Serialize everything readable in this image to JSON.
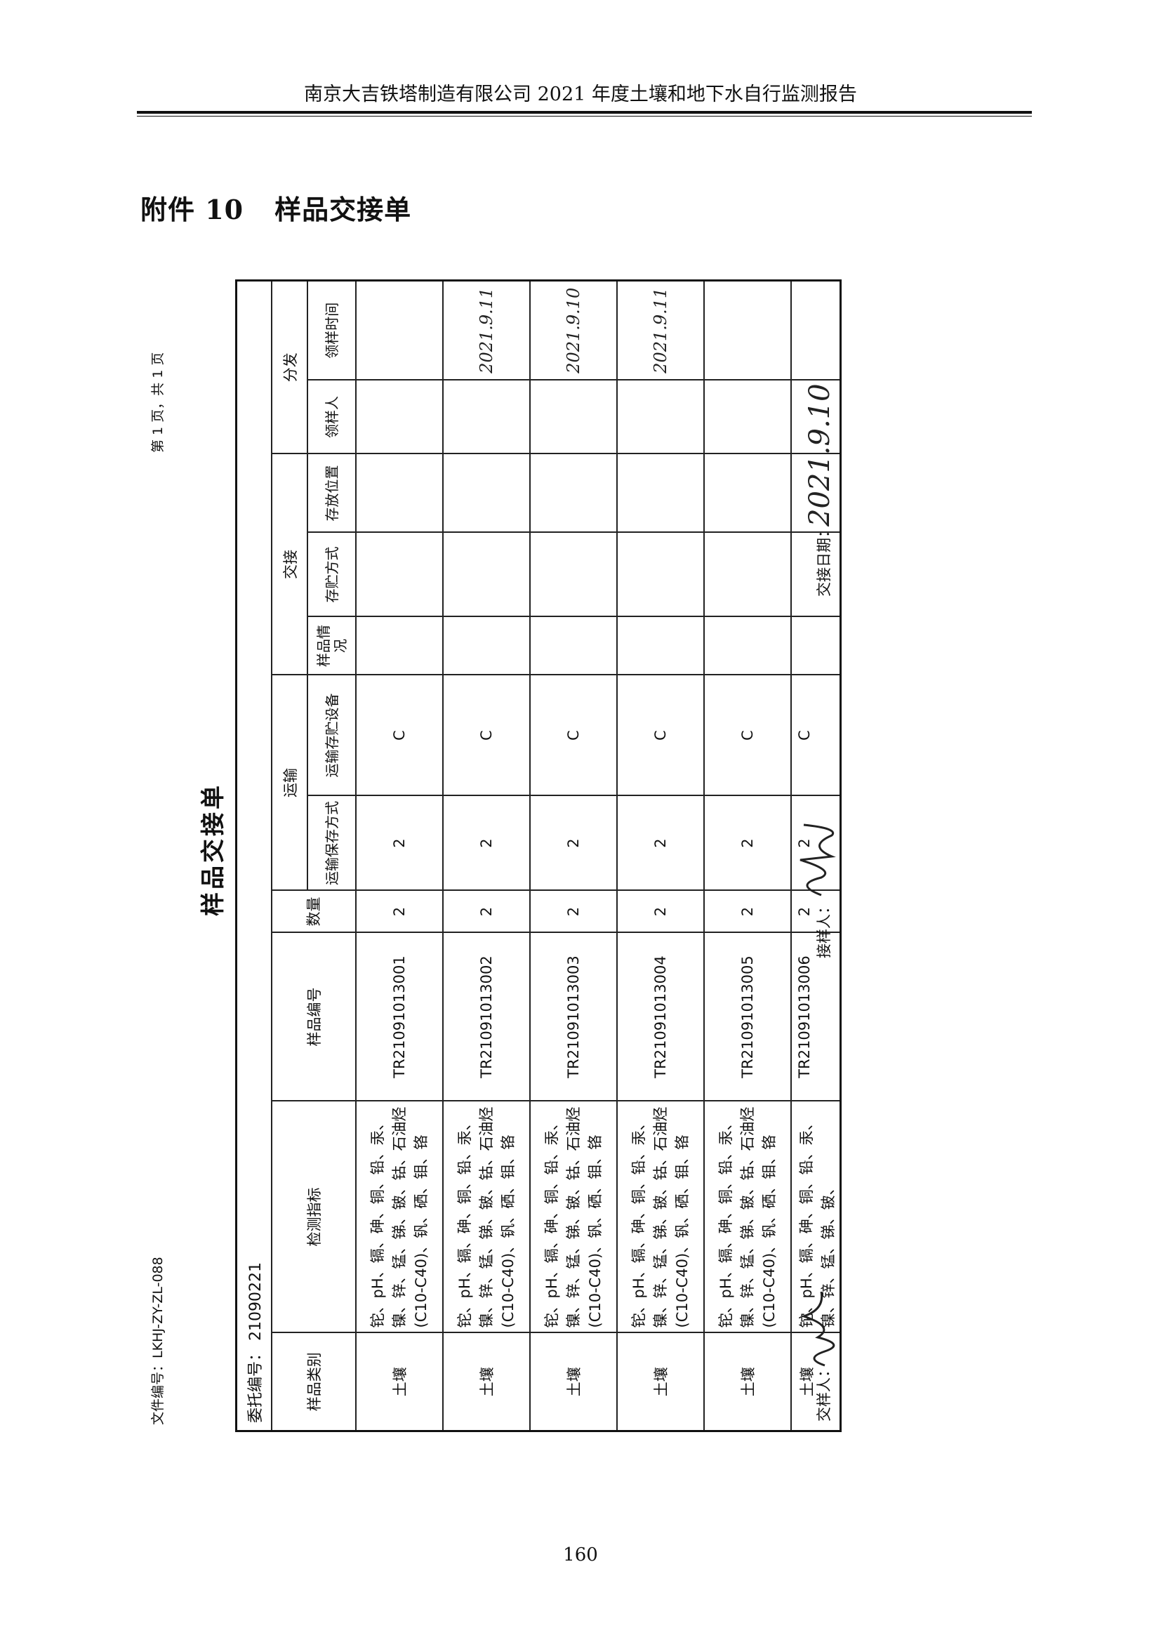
{
  "header": {
    "title": "南京大吉铁塔制造有限公司 2021 年度土壤和地下水自行监测报告"
  },
  "section": {
    "label": "附件 10",
    "title": "样品交接单"
  },
  "form": {
    "file_no": "文件编号：LKHJ-ZY-ZL-088",
    "page_of": "第 1 页，共 1 页",
    "title": "样品交接单",
    "commission_no": "委托编号：  21090221",
    "columns": {
      "category": "样品类别",
      "indicators": "检测指标",
      "sample_no": "样品编号",
      "qty": "数量",
      "transport": "运输",
      "transport_mode": "运输保存方式",
      "transport_device": "运输存贮设备",
      "handover": "交接",
      "sample_state": "样品情况",
      "storage_mode": "存贮方式",
      "storage_loc": "存放位置",
      "distribution": "分发",
      "receiver": "领样人",
      "receive_time": "领样时间"
    },
    "rows": [
      {
        "category": "土壤",
        "indicators": "铊、pH、镉、砷、铜、铅、汞、镍、锌、锰、锑、铍、钴、石油烃(C10-C40)、钒、硒、钼、铬",
        "sample_no": "TR21091013001",
        "qty": "2",
        "transport_mode": "2",
        "transport_device": "C",
        "receive_time": ""
      },
      {
        "category": "土壤",
        "indicators": "铊、pH、镉、砷、铜、铅、汞、镍、锌、锰、锑、铍、钴、石油烃(C10-C40)、钒、硒、钼、铬",
        "sample_no": "TR21091013002",
        "qty": "2",
        "transport_mode": "2",
        "transport_device": "C",
        "receive_time": "2021.9.11"
      },
      {
        "category": "土壤",
        "indicators": "铊、pH、镉、砷、铜、铅、汞、镍、锌、锰、锑、铍、钴、石油烃(C10-C40)、钒、硒、钼、铬",
        "sample_no": "TR21091013003",
        "qty": "2",
        "transport_mode": "2",
        "transport_device": "C",
        "receive_time": "2021.9.10"
      },
      {
        "category": "土壤",
        "indicators": "铊、pH、镉、砷、铜、铅、汞、镍、锌、锰、锑、铍、钴、石油烃(C10-C40)、钒、硒、钼、铬",
        "sample_no": "TR21091013004",
        "qty": "2",
        "transport_mode": "2",
        "transport_device": "C",
        "receive_time": "2021.9.11"
      },
      {
        "category": "土壤",
        "indicators": "铊、pH、镉、砷、铜、铅、汞、镍、锌、锰、锑、铍、钴、石油烃(C10-C40)、钒、硒、钼、铬",
        "sample_no": "TR21091013005",
        "qty": "2",
        "transport_mode": "2",
        "transport_device": "C",
        "receive_time": ""
      },
      {
        "category": "土壤",
        "indicators": "铊、pH、镉、砷、铜、铅、汞、镍、锌、锰、锑、铍、",
        "sample_no": "TR21091013006",
        "qty": "2",
        "transport_mode": "2",
        "transport_device": "C",
        "receive_time": ""
      }
    ],
    "footer": {
      "deliverer": "交样人：",
      "receiver": "接样人：",
      "date_label": "交接日期：",
      "date_value": "2021.9.10"
    }
  },
  "page_number": "160"
}
